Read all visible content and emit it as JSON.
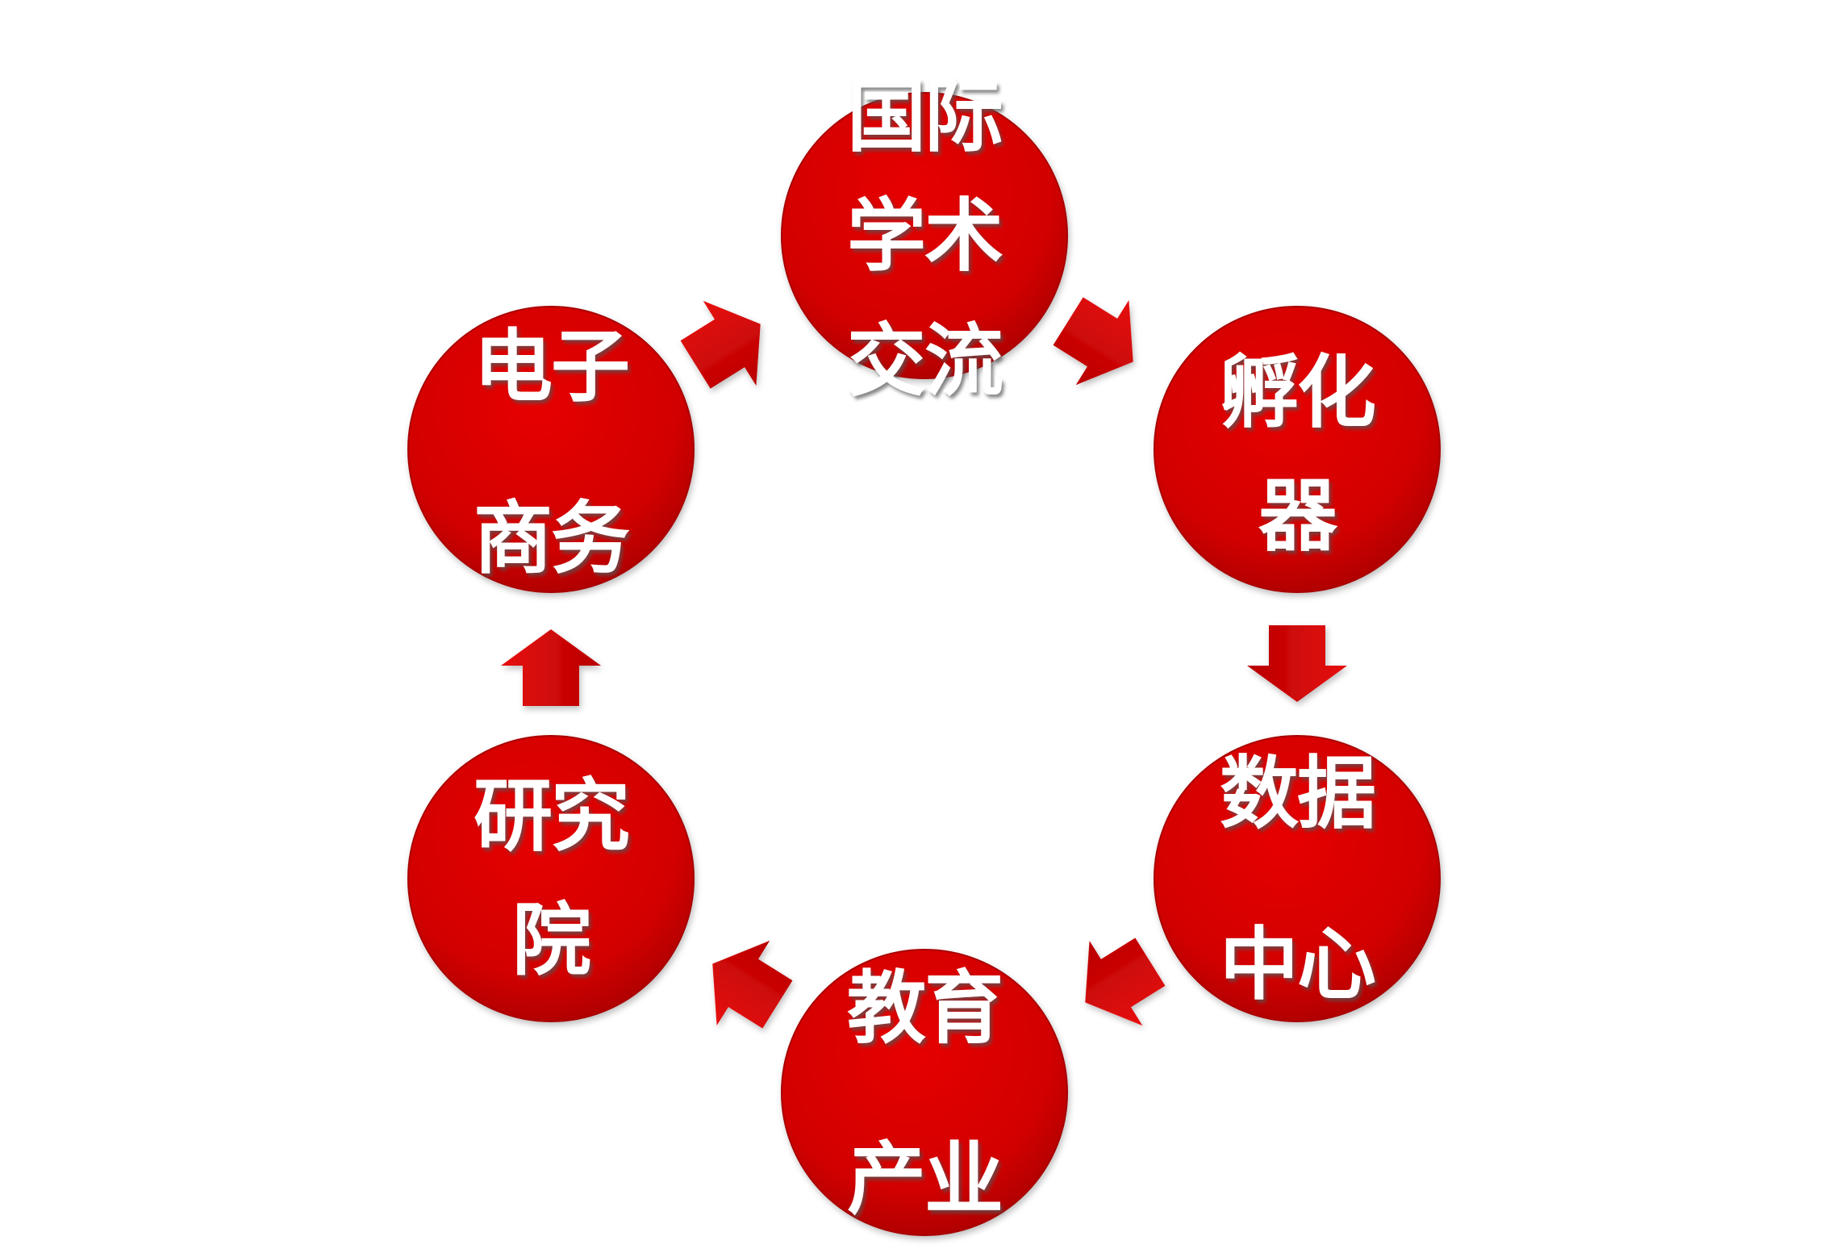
{
  "diagram": {
    "nodes": [
      {
        "lines": [
          "国际",
          "学术",
          "交流"
        ]
      },
      {
        "lines": [
          "孵化",
          "器"
        ]
      },
      {
        "lines": [
          "数据",
          "中心"
        ]
      },
      {
        "lines": [
          "教育",
          "产业"
        ]
      },
      {
        "lines": [
          "研究",
          "院"
        ]
      },
      {
        "lines": [
          "电子",
          "商务"
        ]
      }
    ],
    "colors": {
      "circle": "#d60000",
      "circle_edge": "#a80000",
      "arrow": "#d40000",
      "text": "#ffffff",
      "background": "#ffffff"
    }
  }
}
